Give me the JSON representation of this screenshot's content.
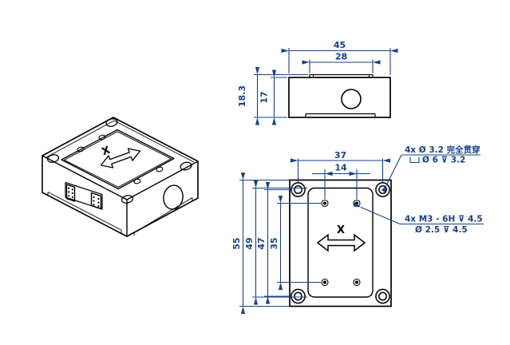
{
  "colors": {
    "background": "#ffffff",
    "geometry_line": "#000000",
    "dimension_line": "#16418c"
  },
  "views": {
    "isometric": {
      "axis_label": "X"
    },
    "side": {
      "dims": {
        "width": "45",
        "plate_width": "28",
        "total_height": "18.3",
        "body_height": "17"
      }
    },
    "bottom": {
      "axis_label": "X",
      "dims": {
        "hole_span_h": "37",
        "m3_span_h": "14",
        "height": "55",
        "plate_height": "49",
        "hole_span_v": "47",
        "m3_span_v": "35"
      }
    }
  },
  "annotations": {
    "counterbore_hole": {
      "line1": "4x Ø 3.2 完全贯穿",
      "line2": "Ø 6 ⊽ 3.2"
    },
    "tapped_hole": {
      "line1": "4x M3 - 6H ⊽ 4.5",
      "line2": "Ø 2.5 ⊽ 4.5"
    }
  }
}
